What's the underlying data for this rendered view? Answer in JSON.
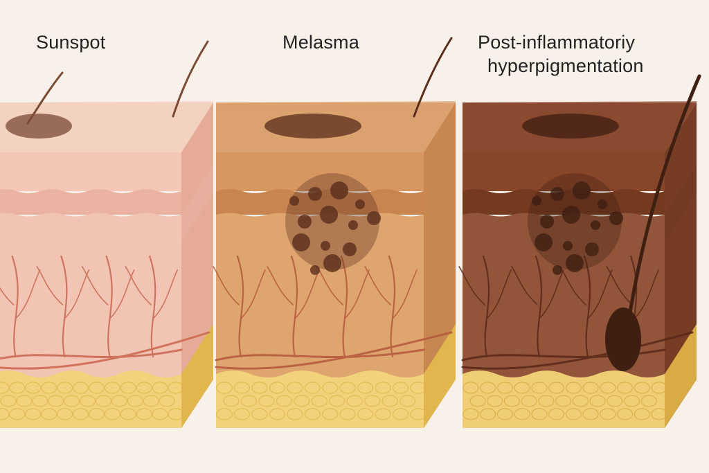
{
  "panels": [
    {
      "id": "sunspot",
      "title": "Sunspot",
      "palette": {
        "top": "#f4d2c0",
        "side": "#e8b6a4",
        "epidermis": "#f3c6b6",
        "epidermis_band": "#eab2a0",
        "dermis": "#f2c4b4",
        "dermis_side": "#e6ab98",
        "vessel": "#c9664e",
        "fat": "#f2d27a",
        "fat_dark": "#e0b64d",
        "pigment": "#7a4a35"
      }
    },
    {
      "id": "melasma",
      "title": "Melasma",
      "palette": {
        "top": "#dba16e",
        "side": "#c9874f",
        "epidermis": "#d89660",
        "epidermis_band": "#c98550",
        "dermis": "#dfa56f",
        "dermis_side": "#c88650",
        "vessel": "#b4573a",
        "fat": "#f2d27a",
        "fat_dark": "#e0b64d",
        "pigment": "#5a2e1c"
      }
    },
    {
      "id": "pih",
      "title_lines": [
        "Post-inflammatoriy",
        "hyperpigmentation"
      ],
      "palette": {
        "top": "#8a4a30",
        "side": "#6f3820",
        "epidermis": "#874629",
        "epidermis_band": "#743a20",
        "dermis": "#93553a",
        "dermis_side": "#763c24",
        "vessel": "#5a2818",
        "fat": "#f0ce75",
        "fat_dark": "#d8ab45",
        "pigment": "#3f1f12"
      }
    }
  ]
}
